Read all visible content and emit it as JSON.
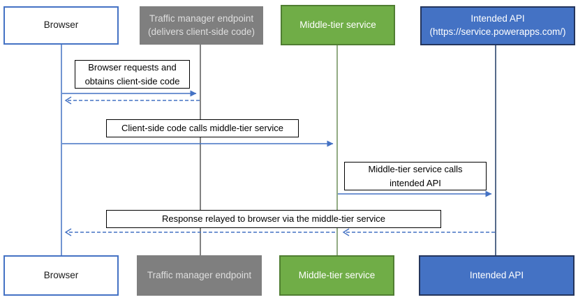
{
  "diagram_type": "sequence-diagram",
  "colors": {
    "accent_blue": "#4472C4",
    "gray_fill": "#7F7F7F",
    "gray_text": "#DEDEDE",
    "green_fill": "#70AD47",
    "green_border": "#507E32",
    "blue_fill": "#4472C4",
    "navy_border": "#24355C",
    "traffic_lifeline": "#595959",
    "middle_lifeline": "#6E8F5A",
    "intended_lifeline": "#1F3864",
    "message_border": "#000000"
  },
  "actors": {
    "browser": {
      "top": "Browser",
      "bottom": "Browser"
    },
    "traffic_manager": {
      "top": "Traffic manager endpoint\n(delivers client-side code)",
      "bottom": "Traffic manager endpoint"
    },
    "middle_tier": {
      "top": "Middle-tier service",
      "bottom": "Middle-tier service"
    },
    "intended_api": {
      "top": "Intended API\n(https://service.powerapps.com/)",
      "bottom": "Intended API"
    }
  },
  "messages": {
    "request_code": "Browser requests and\nobtains client-side code",
    "client_calls_middle": "Client-side code calls middle-tier service",
    "middle_calls_api": "Middle-tier service calls\nintended API",
    "response_relay": "Response relayed to browser via the middle-tier service"
  }
}
